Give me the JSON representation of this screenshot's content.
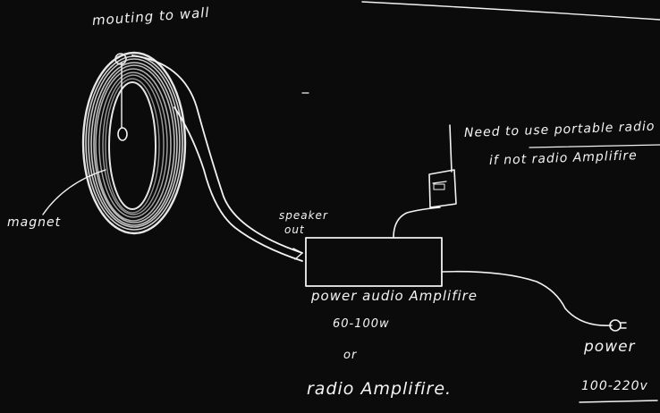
{
  "labels": {
    "mounting": "mouting to wall",
    "magnet": "magnet",
    "speaker_line1": "speaker",
    "speaker_line2": "out",
    "need_line1": "Need to use portable radio",
    "need_line2": "if not radio Amplifire",
    "amp_name": "power audio Amplifire",
    "amp_watts": "60-100w",
    "amp_or": "or",
    "radio_amp": "radio Amplifire.",
    "power": "power",
    "voltage": "100-220v"
  },
  "colors": {
    "background": "#0b0b0b",
    "ink": "#f4f4f4"
  }
}
